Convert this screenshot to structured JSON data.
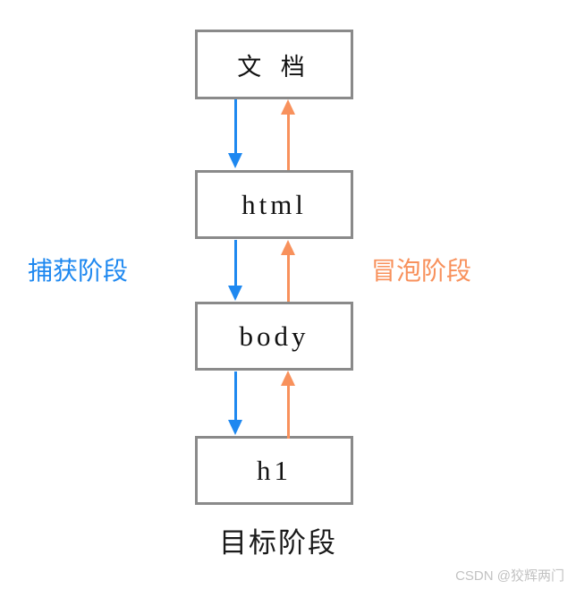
{
  "diagram": {
    "nodes": [
      {
        "id": "document",
        "label": "文 档"
      },
      {
        "id": "html",
        "label": "html"
      },
      {
        "id": "body",
        "label": "body"
      },
      {
        "id": "h1",
        "label": "h1"
      }
    ],
    "phase_labels": {
      "capture": "捕获阶段",
      "bubble": "冒泡阶段",
      "target": "目标阶段"
    },
    "watermark": "CSDN @狡辉两门",
    "colors": {
      "capture_blue": "#1e88f0",
      "bubble_orange": "#f8915c",
      "box_border": "#8a8a8a",
      "target_text": "#1a1a1a",
      "watermark_gray": "#c2c2c2"
    }
  }
}
